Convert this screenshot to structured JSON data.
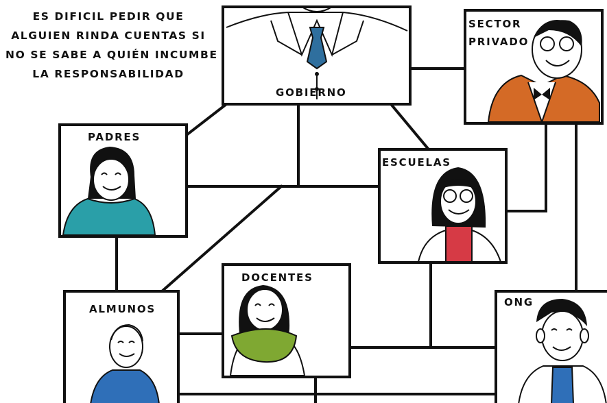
{
  "caption": {
    "lines": [
      "ES DIFICIL PEDIR QUE",
      "ALGUIEN RINDA CUENTAS SI",
      "NO SE SABE A QUIÉN INCUMBE",
      "LA RESPONSABILIDAD"
    ]
  },
  "nodes": {
    "gobierno": {
      "label": "GOBIERNO",
      "tie_color": "#2f6f9e"
    },
    "sector_privado": {
      "label_line1": "SECTOR",
      "label_line2": "PRIVADO",
      "jacket_color": "#d46a26"
    },
    "padres": {
      "label": "PADRES",
      "shirt_color": "#2a9fa8"
    },
    "escuelas": {
      "label": "ESCUELAS",
      "sweater_color": "#d63a45"
    },
    "docentes": {
      "label": "DOCENTES",
      "scarf_color": "#7fa832"
    },
    "almunos": {
      "label": "ALMUNOS",
      "shirt_color": "#2f6fb8"
    },
    "ong": {
      "label": "ONG",
      "shirt_color": "#2f6fb8"
    }
  }
}
